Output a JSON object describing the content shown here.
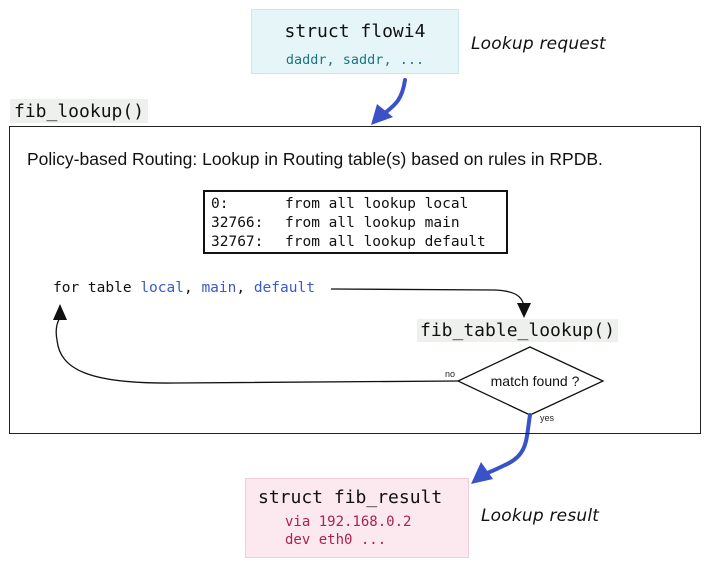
{
  "request": {
    "struct_name": "struct flowi4",
    "fields": "daddr, saddr,  ...",
    "annotation": "Lookup request",
    "background": "#e6f5f8",
    "field_color": "#1d7583"
  },
  "function": {
    "name": "fib_lookup()"
  },
  "policy": {
    "description": "Policy-based Routing: Lookup in Routing table(s) based on rules in RPDB.",
    "rules": [
      {
        "priority": "0:",
        "rule": "from all lookup local"
      },
      {
        "priority": "32766:",
        "rule": "from all lookup main"
      },
      {
        "priority": "32767:",
        "rule": "from all lookup default"
      }
    ]
  },
  "loop": {
    "prefix": "for table ",
    "tables": [
      "local",
      "main",
      "default"
    ],
    "separator": ", ",
    "table_color": "#3b59c9"
  },
  "table_lookup": {
    "name": "fib_table_lookup()"
  },
  "decision": {
    "question": "match found ?",
    "no_label": "no",
    "yes_label": "yes"
  },
  "result": {
    "struct_name": "struct fib_result",
    "via": "via 192.168.0.2",
    "dev": "dev eth0  ...",
    "annotation": "Lookup result",
    "background": "#fce9ef",
    "field_color": "#a8234e"
  },
  "colors": {
    "flow_arrow": "#3a52c8",
    "line": "#111111"
  }
}
